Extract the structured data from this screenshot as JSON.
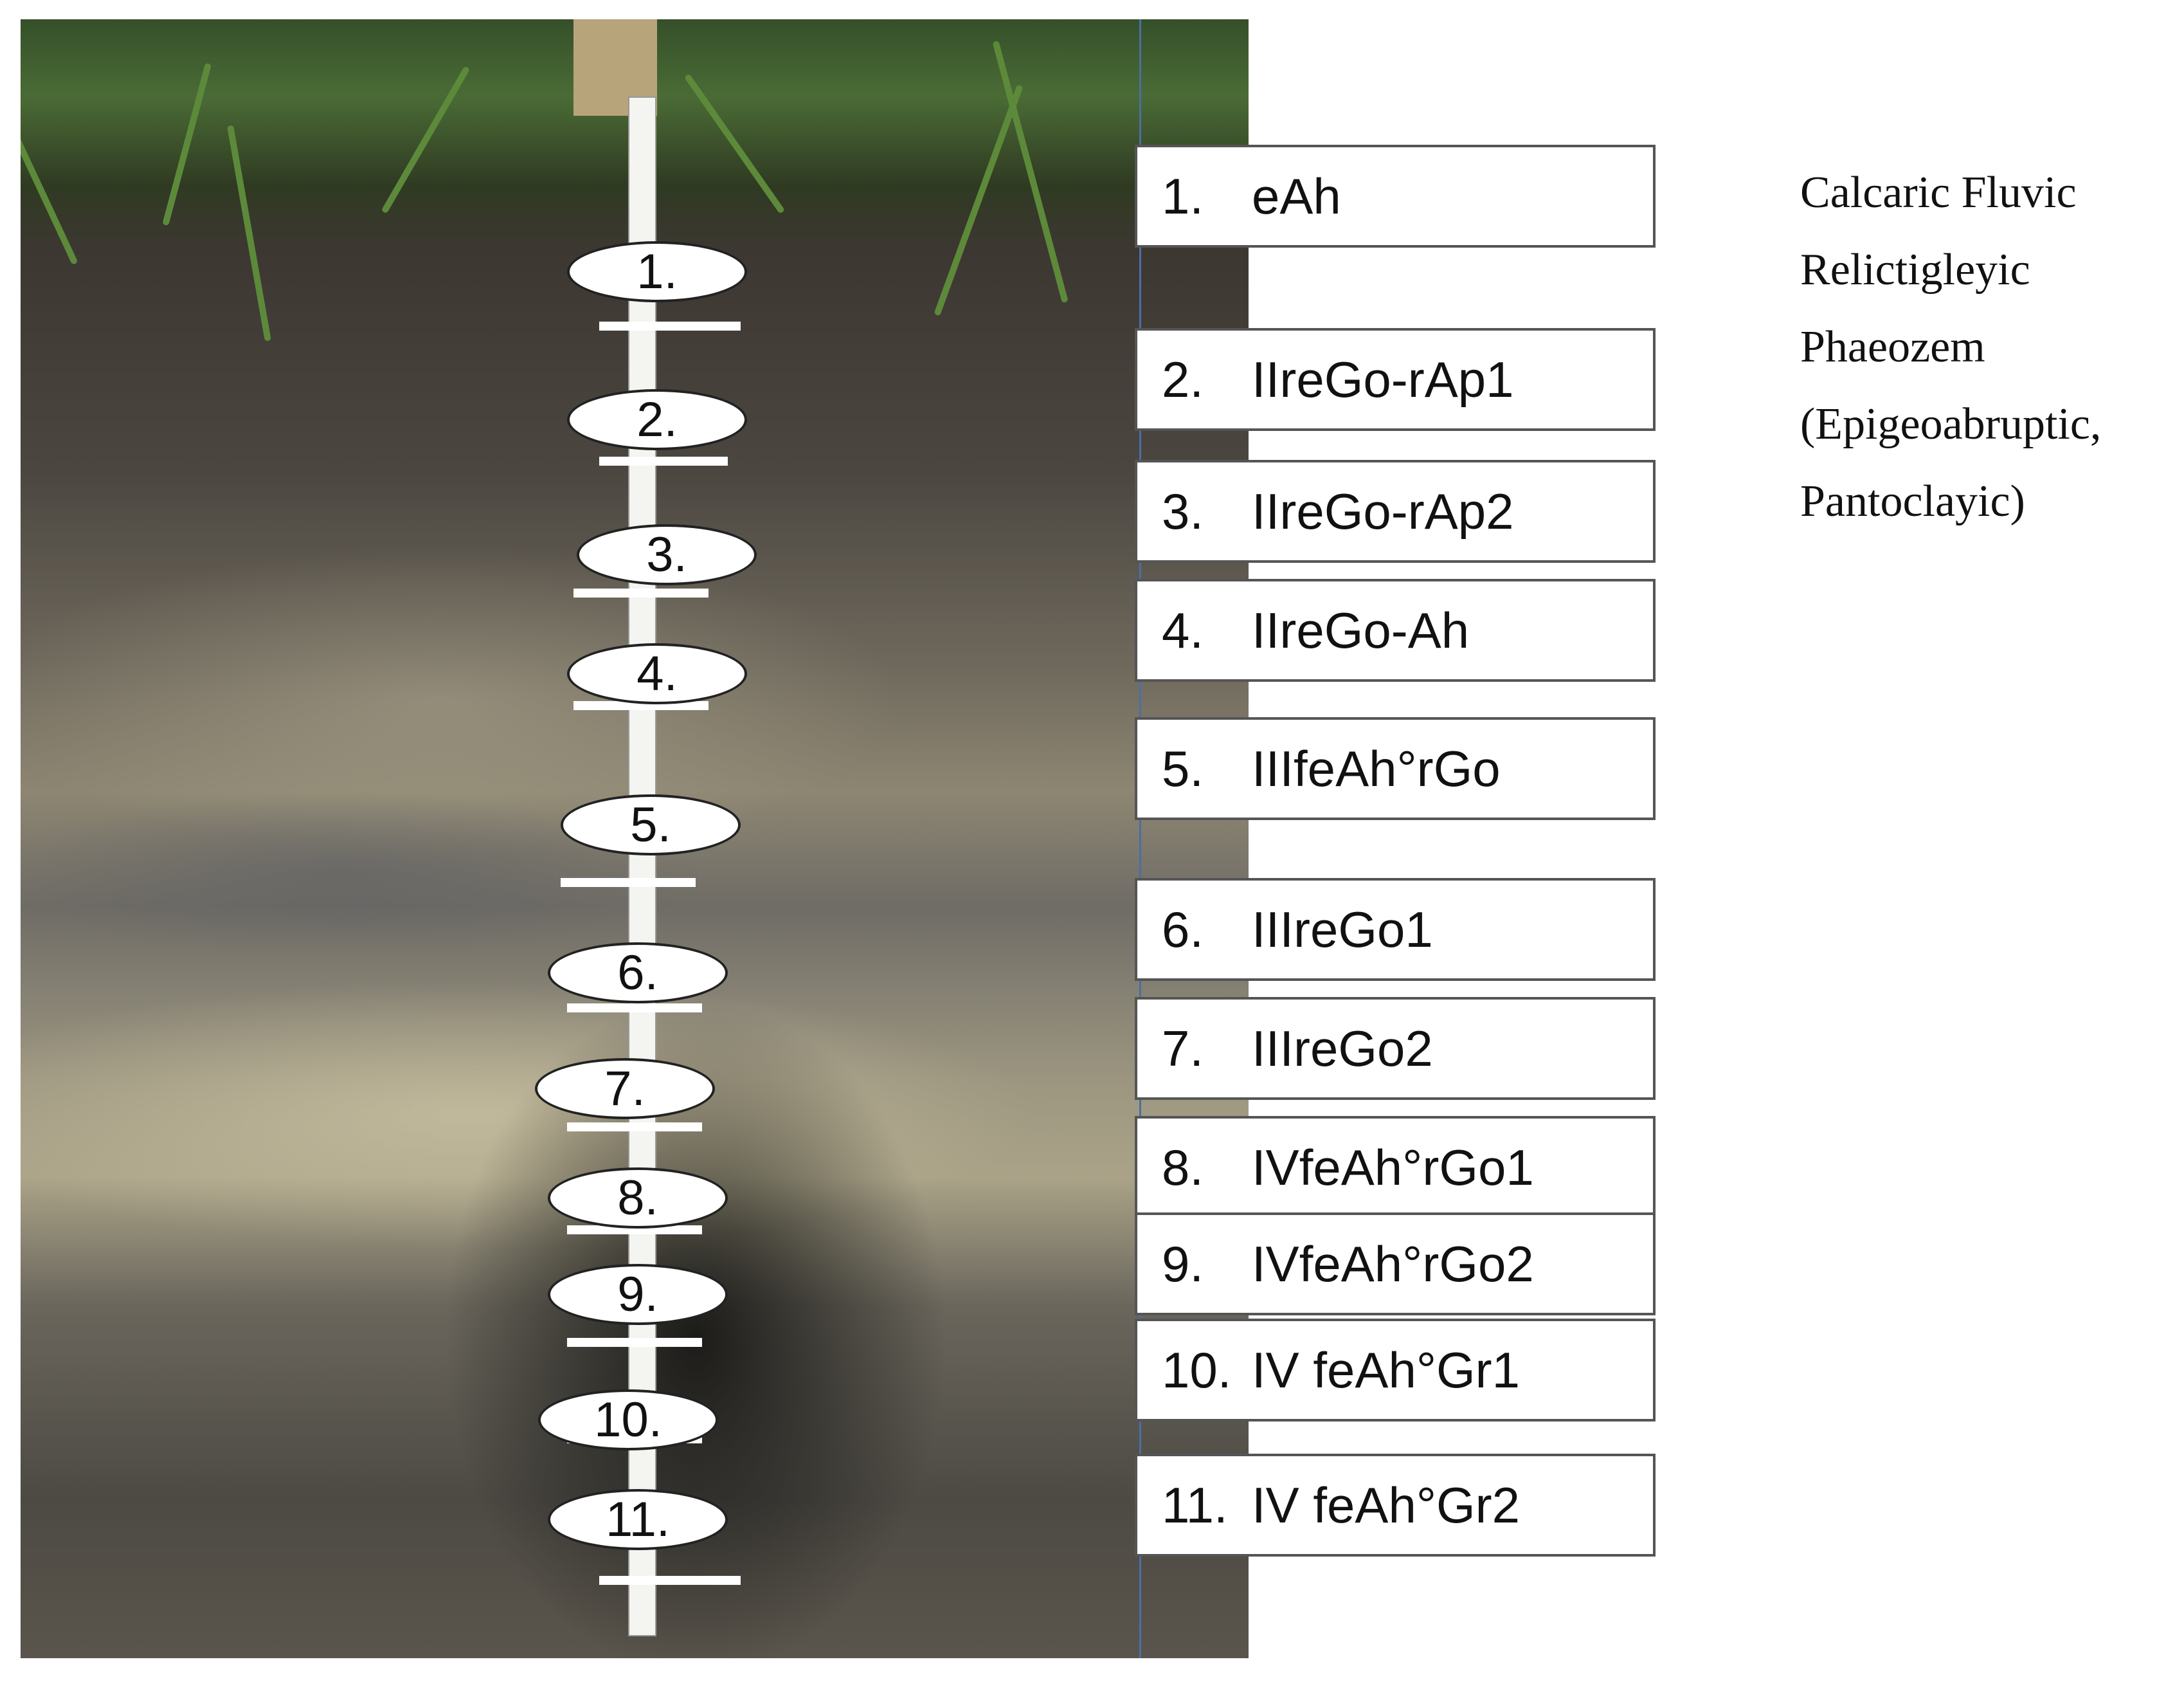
{
  "ovals": [
    "1.",
    "2.",
    "3.",
    "4.",
    "5.",
    "6.",
    "7.",
    "8.",
    "9.",
    "10.",
    "11."
  ],
  "horizons": [
    {
      "num": "1.",
      "name": "eAh"
    },
    {
      "num": "2.",
      "name": "IIreGo-rAp1"
    },
    {
      "num": "3.",
      "name": "IIreGo-rAp2"
    },
    {
      "num": "4.",
      "name": "IIreGo-Ah"
    },
    {
      "num": "5.",
      "name": "IIIfeAh°rGo"
    },
    {
      "num": "6.",
      "name": "IIIreGo1"
    },
    {
      "num": "7.",
      "name": "IIIreGo2"
    },
    {
      "num": "8.",
      "name": "IVfeAh°rGo1"
    },
    {
      "num": "9.",
      "name": "IVfeAh°rGo2"
    },
    {
      "num": "10.",
      "name": "IV feAh°Gr1"
    },
    {
      "num": "11.",
      "name": "IV feAh°Gr2"
    }
  ],
  "classification": {
    "lines": [
      "Calcaric Fluvic",
      "Relictigleyic",
      "Phaeozem",
      "(Epigeoabruptic,",
      "Pantoclayic)"
    ]
  }
}
